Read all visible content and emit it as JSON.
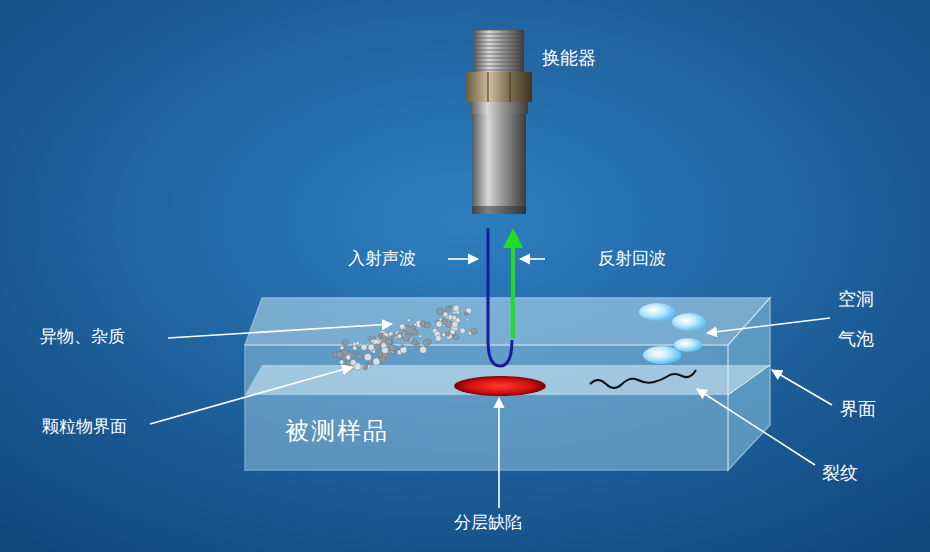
{
  "diagram": {
    "nodes": [
      {
        "text": [
          "被测样品"
        ]
      }
    ],
    "edges": [],
    "labels": [
      "换能器",
      "入射声波",
      "反射回波",
      "异物、杂质",
      "空洞",
      "气泡",
      "颗粒物界面",
      "界面",
      "裂纹",
      "分层缺陷"
    ]
  }
}
